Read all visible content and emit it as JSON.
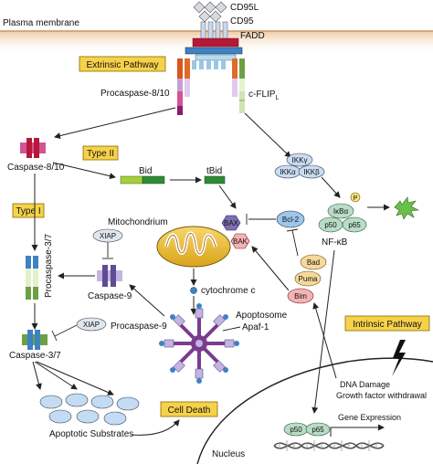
{
  "labels": {
    "cd95l": "CD95L",
    "cd95": "CD95",
    "plasma_membrane": "Plasma membrane",
    "fadd": "FADD",
    "extrinsic_pathway": "Extrinsic Pathway",
    "procaspase_8_10": "Procaspase-8/10",
    "cflip": "c-FLIP",
    "cflip_sub": "L",
    "caspase_8_10": "Caspase-8/10",
    "type_ii": "Type II",
    "bid": "Bid",
    "tbid": "tBid",
    "ikk_gamma": "IKKγ",
    "ikk_alpha": "IKKα",
    "ikk_beta": "IKKβ",
    "p": "P",
    "ikba": "IκBα",
    "p50": "p50",
    "p65": "p65",
    "nfkb": "NF-κB",
    "type_i": "Type I",
    "bcl2": "Bcl-2",
    "bax": "BAX",
    "bak": "BAK",
    "mitochondrium": "Mitochondrium",
    "xiap": "XIAP",
    "procaspase_3_7": "Procaspase-3/7",
    "bad": "Bad",
    "puma": "Puma",
    "bim": "Bim",
    "cytochrome_c": "cytochrome c",
    "caspase_9": "Caspase-9",
    "apoptosome": "Apoptosome",
    "procaspase_9": "Procaspase-9",
    "apaf1": "Apaf-1",
    "caspase_3_7": "Caspase-3/7",
    "intrinsic_pathway": "Intrinsic Pathway",
    "dna_damage": "DNA Damage",
    "growth_factor_withdrawal": "Growth factor withdrawal",
    "cell_death": "Cell Death",
    "apoptotic_substrates": "Apoptotic Substrates",
    "gene_expression": "Gene Expression",
    "nucleus": "Nucleus"
  },
  "colors": {
    "membrane": "#e8b98a",
    "yellow_box": "#f6d24a",
    "ikk_fill": "#c9dcf2",
    "nfkb_fill": "#b9dcc6",
    "bcl2_fill": "#9ec6ea",
    "bax_fill": "#7d6fb1",
    "pink_fill": "#f6b3b3",
    "mito_fill": "#f2c230",
    "caspase_red": "#b5183a",
    "caspase_pink": "#d35494",
    "procasp_green": "#6da045",
    "procasp_blue": "#3d82c4",
    "caspase9_purple": "#5f4c96",
    "apoptosome_purple": "#7a3c8e",
    "substrate_blue": "#c3dcf3"
  }
}
